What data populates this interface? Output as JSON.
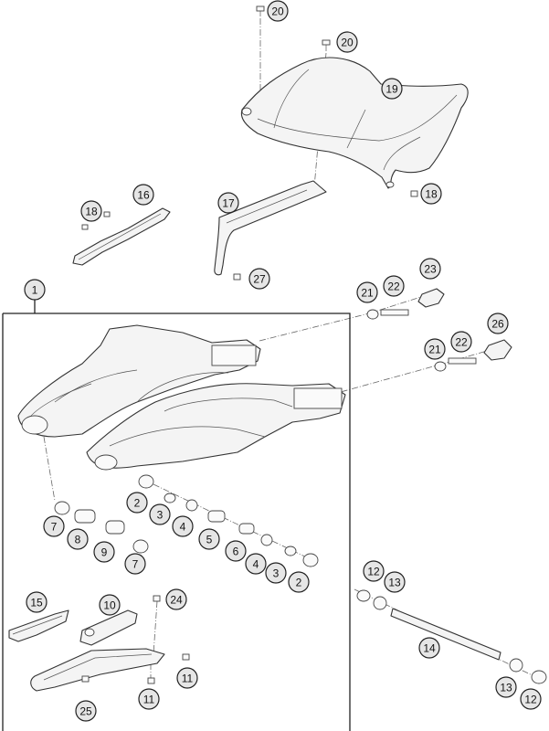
{
  "diagram": {
    "callouts": [
      {
        "id": "c-20a",
        "label": "20"
      },
      {
        "id": "c-20b",
        "label": "20"
      },
      {
        "id": "c-19",
        "label": "19"
      },
      {
        "id": "c-16",
        "label": "16"
      },
      {
        "id": "c-18a",
        "label": "18"
      },
      {
        "id": "c-18b",
        "label": "18"
      },
      {
        "id": "c-17",
        "label": "17"
      },
      {
        "id": "c-27",
        "label": "27"
      },
      {
        "id": "c-1",
        "label": "1"
      },
      {
        "id": "c-21a",
        "label": "21"
      },
      {
        "id": "c-22a",
        "label": "22"
      },
      {
        "id": "c-23",
        "label": "23"
      },
      {
        "id": "c-21b",
        "label": "21"
      },
      {
        "id": "c-22b",
        "label": "22"
      },
      {
        "id": "c-26",
        "label": "26"
      },
      {
        "id": "c-2a",
        "label": "2"
      },
      {
        "id": "c-3a",
        "label": "3"
      },
      {
        "id": "c-4a",
        "label": "4"
      },
      {
        "id": "c-5",
        "label": "5"
      },
      {
        "id": "c-6",
        "label": "6"
      },
      {
        "id": "c-4b",
        "label": "4"
      },
      {
        "id": "c-3b",
        "label": "3"
      },
      {
        "id": "c-2b",
        "label": "2"
      },
      {
        "id": "c-7a",
        "label": "7"
      },
      {
        "id": "c-8",
        "label": "8"
      },
      {
        "id": "c-9",
        "label": "9"
      },
      {
        "id": "c-7b",
        "label": "7"
      },
      {
        "id": "c-15",
        "label": "15"
      },
      {
        "id": "c-10",
        "label": "10"
      },
      {
        "id": "c-24",
        "label": "24"
      },
      {
        "id": "c-11a",
        "label": "11"
      },
      {
        "id": "c-11b",
        "label": "11"
      },
      {
        "id": "c-25",
        "label": "25"
      },
      {
        "id": "c-12a",
        "label": "12"
      },
      {
        "id": "c-13a",
        "label": "13"
      },
      {
        "id": "c-14",
        "label": "14"
      },
      {
        "id": "c-13b",
        "label": "13"
      },
      {
        "id": "c-12b",
        "label": "12"
      }
    ]
  }
}
